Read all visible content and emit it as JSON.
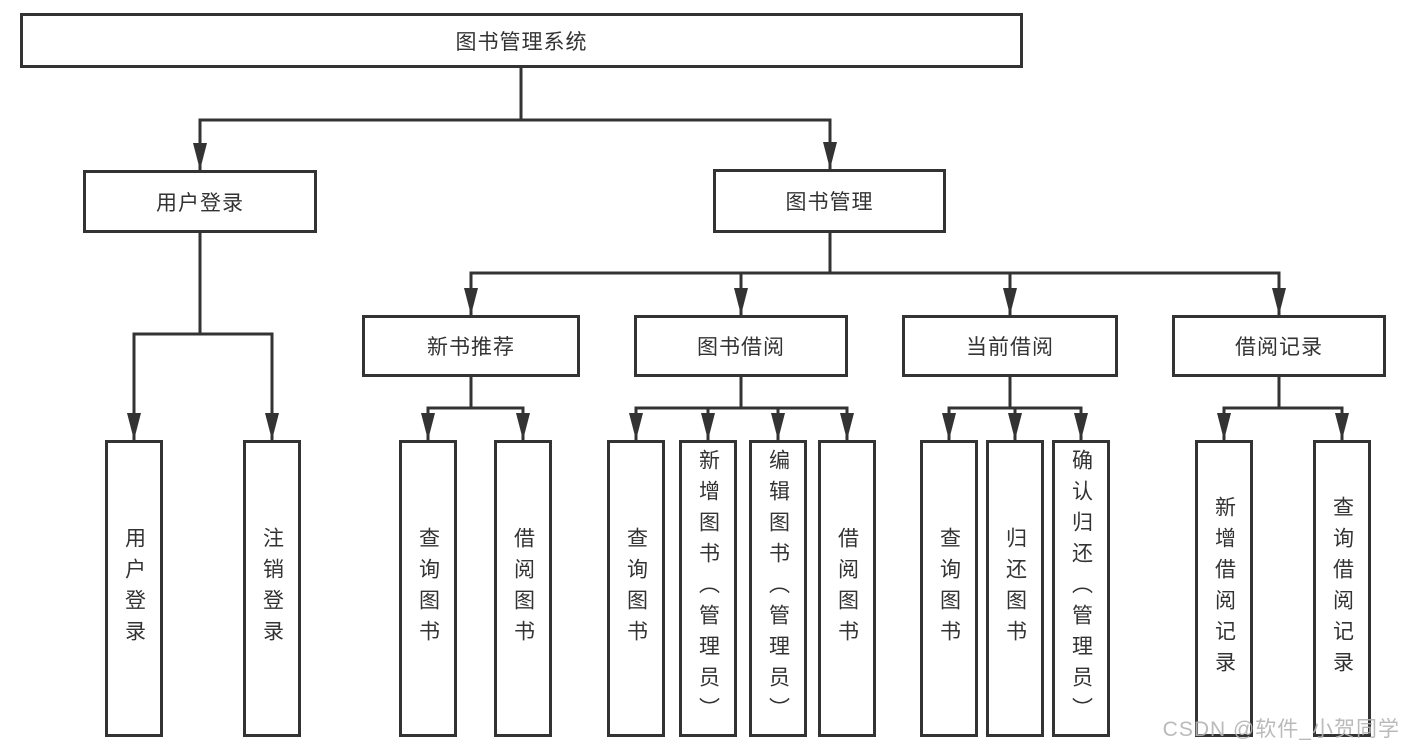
{
  "tree": {
    "label": "图书管理系统",
    "children": [
      {
        "label": "用户登录",
        "children": [
          {
            "label": "用户登录"
          },
          {
            "label": "注销登录"
          }
        ]
      },
      {
        "label": "图书管理",
        "children": [
          {
            "label": "新书推荐",
            "children": [
              {
                "label": "查询图书"
              },
              {
                "label": "借阅图书"
              }
            ]
          },
          {
            "label": "图书借阅",
            "children": [
              {
                "label": "查询图书"
              },
              {
                "label": "新增图书（管理员）"
              },
              {
                "label": "编辑图书（管理员）"
              },
              {
                "label": "借阅图书"
              }
            ]
          },
          {
            "label": "当前借阅",
            "children": [
              {
                "label": "查询图书"
              },
              {
                "label": "归还图书"
              },
              {
                "label": "确认归还（管理员）"
              }
            ]
          },
          {
            "label": "借阅记录",
            "children": [
              {
                "label": "新增借阅记录"
              },
              {
                "label": "查询借阅记录"
              }
            ]
          }
        ]
      }
    ]
  },
  "watermark": {
    "text": "CSDN @软件_小贺同学",
    "color": "#b2b2b2"
  },
  "colors": {
    "line": "#333333",
    "box_border": "#333333",
    "box_fill": "#ffffff",
    "text": "#333333"
  }
}
